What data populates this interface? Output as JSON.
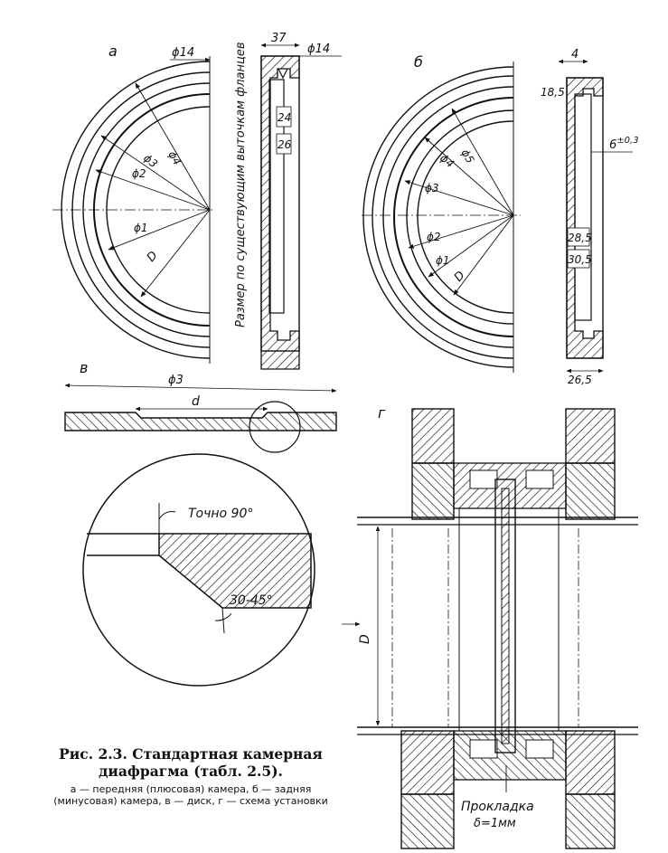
{
  "panels": {
    "a": {
      "letter": "а",
      "diameters": [
        "ϕ14",
        "ϕ4",
        "ϕ3",
        "ϕ2",
        "ϕ1"
      ],
      "d_label": "D",
      "section_dims": [
        "37",
        "ϕ14",
        "24",
        "26"
      ],
      "side_note": "Размер по существующим выточкам фланцев"
    },
    "b": {
      "letter": "б",
      "diameters": [
        "ϕ5",
        "ϕ4",
        "ϕ3",
        "ϕ2",
        "ϕ1"
      ],
      "d_label": "D",
      "section_dims": [
        "4",
        "18,5",
        "28,5",
        "30,5",
        "26,5"
      ],
      "tolerance_base": "6",
      "tolerance_sup": "±0,3"
    },
    "v": {
      "letter": "в",
      "dim_outer": "ϕ3",
      "dim_inner": "d"
    },
    "detail": {
      "angle_exact": "Точно 90°",
      "angle_chamfer": "30-45°"
    },
    "g": {
      "letter": "г",
      "d_label": "D",
      "gasket_label": "Прокладка",
      "gasket_thickness": "δ=1мм"
    }
  },
  "caption": {
    "title": "Рис. 2.3. Стандартная камерная диафрагма (табл. 2.5).",
    "legend": "а — передняя (плюсовая) камера, б — задняя (минусовая) камера, в — диск, г — схема установки"
  }
}
